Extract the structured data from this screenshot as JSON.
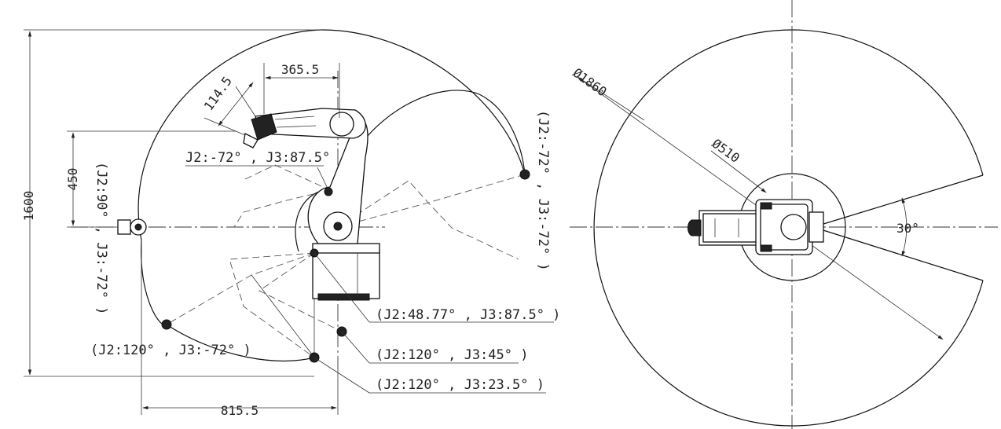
{
  "side_view": {
    "dims": {
      "height_total": "1600",
      "height_upper": "450",
      "width_bottom": "815.5",
      "width_top": "365.5",
      "tool_offset": "114.5"
    },
    "poses": {
      "top": "J2:-72° , J3:87.5°",
      "right_vertical": "(J2:-72° , J3:-72° )",
      "left_vertical": "(J2:90° , J3:-72° )",
      "lower_left": "(J2:120° , J3:-72° )",
      "lower_a": "(J2:48.77° , J3:87.5° )",
      "lower_b": "(J2:120° , J3:45° )",
      "lower_c": "(J2:120° , J3:23.5° )"
    }
  },
  "top_view": {
    "dims": {
      "outer_diameter": "Ø1860",
      "inner_diameter": "Ø510",
      "angle": "30°"
    }
  }
}
